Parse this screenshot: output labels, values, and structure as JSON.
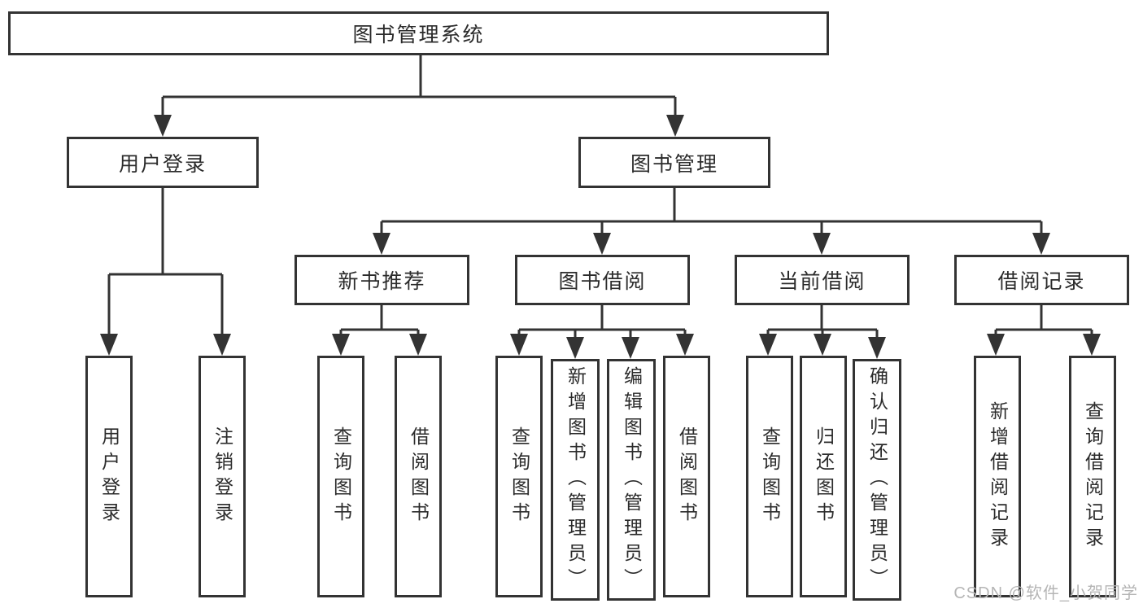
{
  "title": "图书管理系统",
  "branches": {
    "user_login": {
      "label": "用户登录",
      "children": [
        "用户登录",
        "注销登录"
      ]
    },
    "book_management": {
      "label": "图书管理",
      "sections": [
        {
          "label": "新书推荐",
          "children": [
            "查询图书",
            "借阅图书"
          ]
        },
        {
          "label": "图书借阅",
          "children": [
            "查询图书",
            "新增图书（管理员）",
            "编辑图书（管理员）",
            "借阅图书"
          ]
        },
        {
          "label": "当前借阅",
          "children": [
            "查询图书",
            "归还图书",
            "确认归还（管理员）"
          ]
        },
        {
          "label": "借阅记录",
          "children": [
            "新增借阅记录",
            "查询借阅记录"
          ]
        }
      ]
    }
  },
  "watermark": "CSDN @软件_小贺同学",
  "colors": {
    "stroke": "#333333",
    "text": "#2b2b2b",
    "background": "#ffffff",
    "watermark": "#b5b5b5"
  }
}
